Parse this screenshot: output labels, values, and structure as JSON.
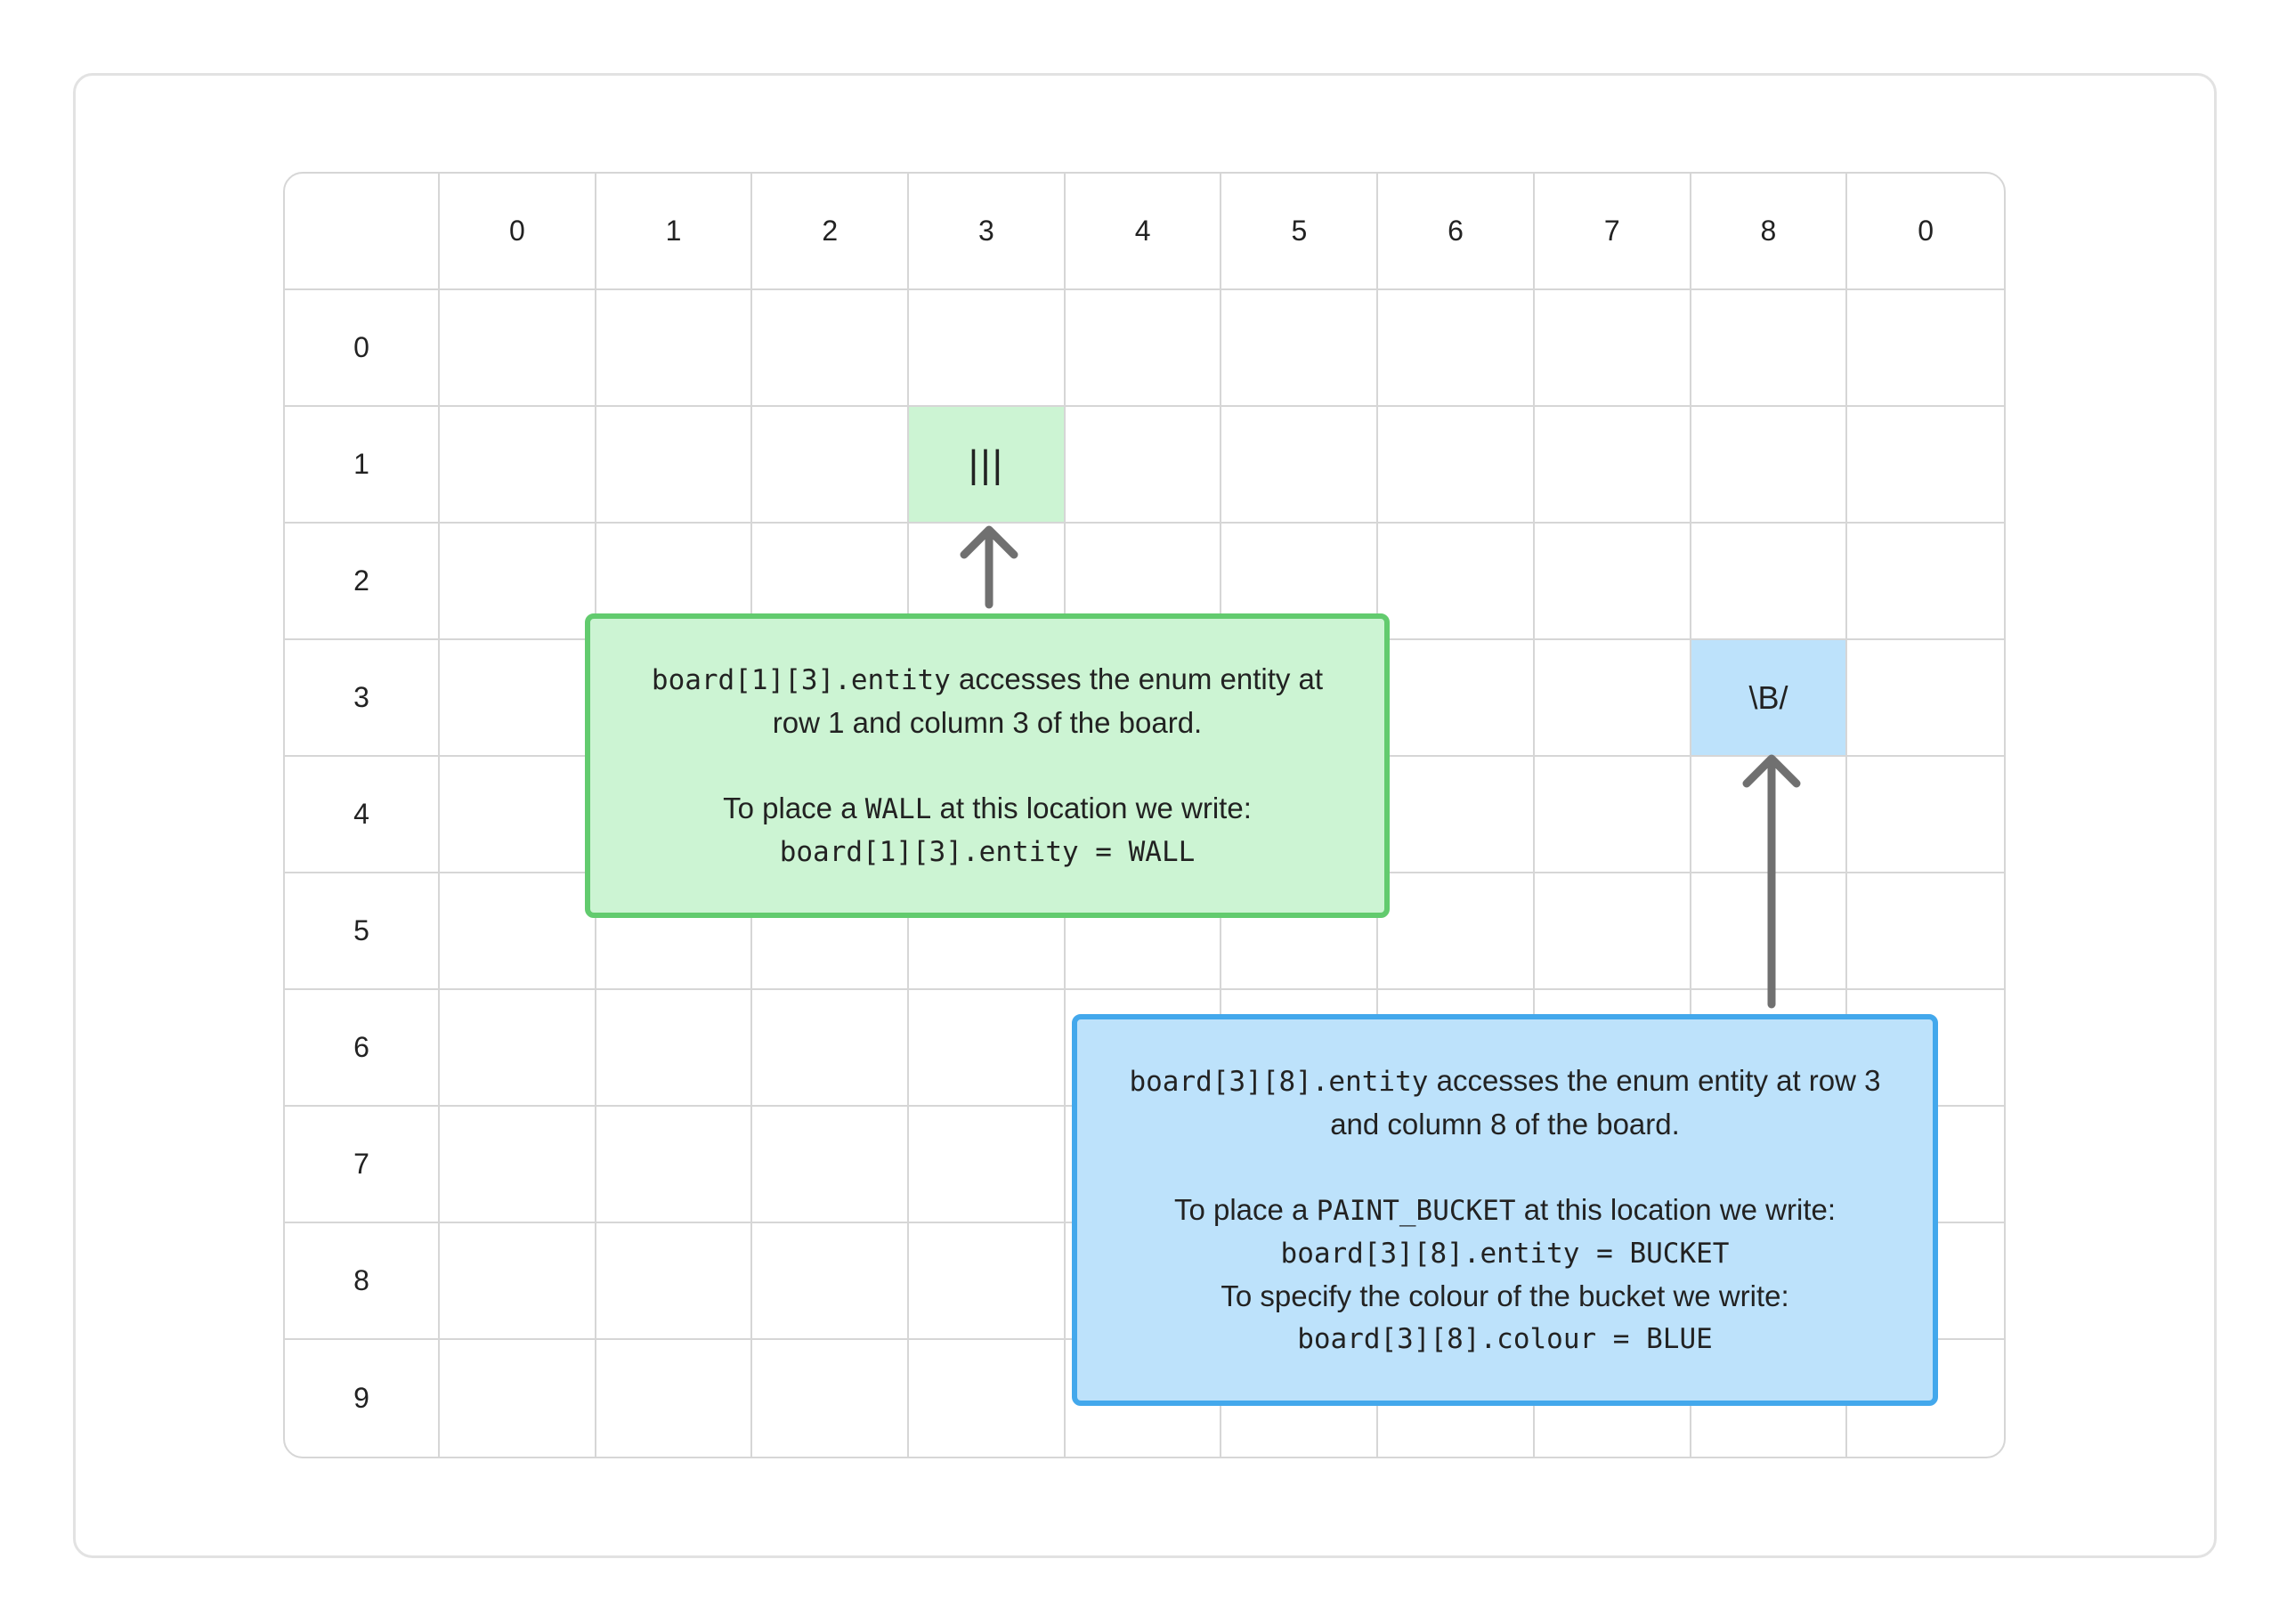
{
  "grid": {
    "column_headers": [
      "0",
      "1",
      "2",
      "3",
      "4",
      "5",
      "6",
      "7",
      "8",
      "0"
    ],
    "row_headers": [
      "0",
      "1",
      "2",
      "3",
      "4",
      "5",
      "6",
      "7",
      "8",
      "9"
    ],
    "highlighted_cells": [
      {
        "row": 1,
        "col": 3,
        "text": "|||",
        "kind": "wall",
        "color": "#ccf4d3"
      },
      {
        "row": 3,
        "col": 8,
        "text": "\\B/",
        "kind": "bucket",
        "color": "#bde2fb"
      }
    ]
  },
  "wall_note": {
    "line1_code": "board[1][3].entity",
    "line1_text": " accesses the enum entity at",
    "line2_text": "row 1 and column 3 of the board.",
    "line3_text_before": "To place a ",
    "line3_code": "WALL",
    "line3_text_after": " at this location we write:",
    "line4_code": "board[1][3].entity = WALL",
    "fill_color": "#ccf4d3",
    "border_color": "#62cb6e"
  },
  "bucket_note": {
    "line1_code": "board[3][8].entity",
    "line1_text": " accesses the enum entity at row 3",
    "line2_text": "and column 8 of the board.",
    "line3_text_before": "To place a ",
    "line3_code": "PAINT_BUCKET",
    "line3_text_after": " at this location we write:",
    "line4_code": "board[3][8].entity = BUCKET",
    "line5_text": "To specify the colour of the bucket we write:",
    "line6_code": "board[3][8].colour = BLUE",
    "fill_color": "#bde2fb",
    "border_color": "#43a8ec"
  },
  "arrow_color": "#707070"
}
